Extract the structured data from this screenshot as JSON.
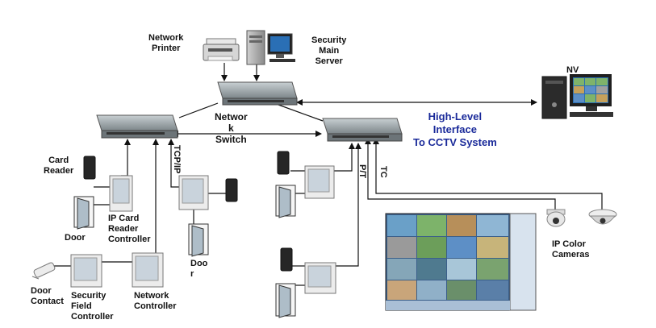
{
  "labels": {
    "network_printer": [
      "Network",
      "Printer"
    ],
    "security_main_server": [
      "Security",
      "Main",
      "Server"
    ],
    "nvr": "NV",
    "network_switch": [
      "Networ",
      "k",
      "Switch"
    ],
    "high_level": [
      "High-Level",
      "Interface",
      "To CCTV System"
    ],
    "card_reader": [
      "Card",
      "Reader"
    ],
    "tcpip": "TCP/IP",
    "pt": "P/T",
    "tc": "TC",
    "ip_card_reader_controller": [
      "IP Card",
      "Reader",
      "Controller"
    ],
    "door_left": "Door",
    "door_middle": [
      "Doo",
      "r"
    ],
    "door_contact": [
      "Door",
      "Contact"
    ],
    "security_field_controller": [
      "Security",
      "Field",
      "Controller"
    ],
    "network_controller": [
      "Network",
      "Controller"
    ],
    "ip_color_cameras": [
      "IP Color",
      "Cameras"
    ]
  },
  "colors": {
    "link": "#111111",
    "accent_text": "#1a2a9a",
    "switch_body": "#9aa2a6",
    "monitor_screen": "#2a6fb5"
  },
  "icons": [
    "network-printer-icon",
    "server-computer-icon",
    "nvr-computer-icon",
    "network-switch-icon",
    "card-reader-icon",
    "door-icon",
    "controller-panel-icon",
    "door-contact-icon",
    "dome-camera-icon",
    "cctv-monitor-icon"
  ]
}
